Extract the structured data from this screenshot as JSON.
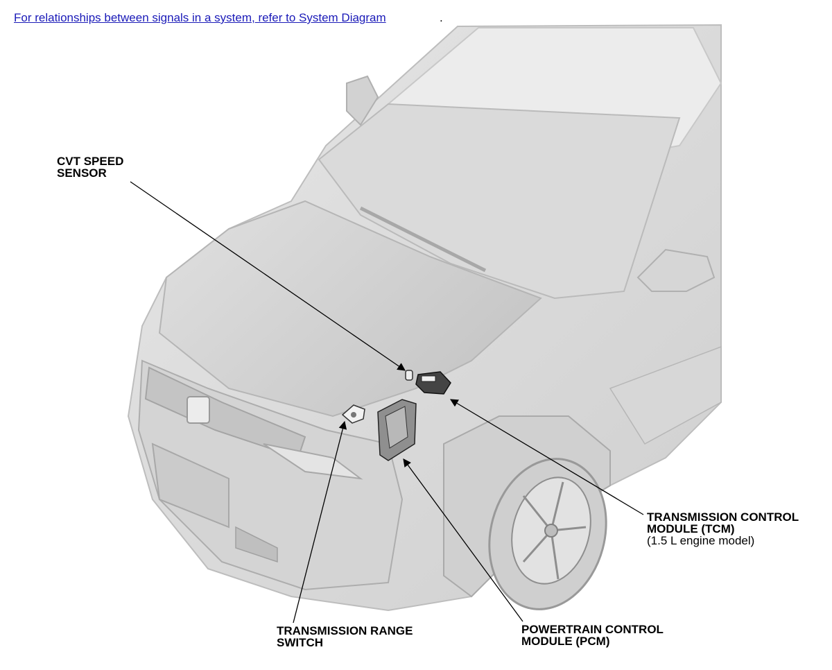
{
  "header": {
    "link_text": "For relationships between signals in a system, refer to System Diagram",
    "link_suffix": "."
  },
  "callouts": {
    "cvt_speed_sensor": {
      "line1": "CVT SPEED",
      "line2": "SENSOR"
    },
    "tcm": {
      "line1": "TRANSMISSION CONTROL",
      "line2": "MODULE (TCM)",
      "note": "(1.5 L engine model)"
    },
    "transmission_range_switch": {
      "line1": "TRANSMISSION RANGE",
      "line2": "SWITCH"
    },
    "pcm": {
      "line1": "POWERTRAIN CONTROL",
      "line2": "MODULE (PCM)"
    }
  },
  "colors": {
    "link": "#1a1ab8",
    "vehicle_body": "#d9d9d9",
    "leader_line": "#000000"
  }
}
